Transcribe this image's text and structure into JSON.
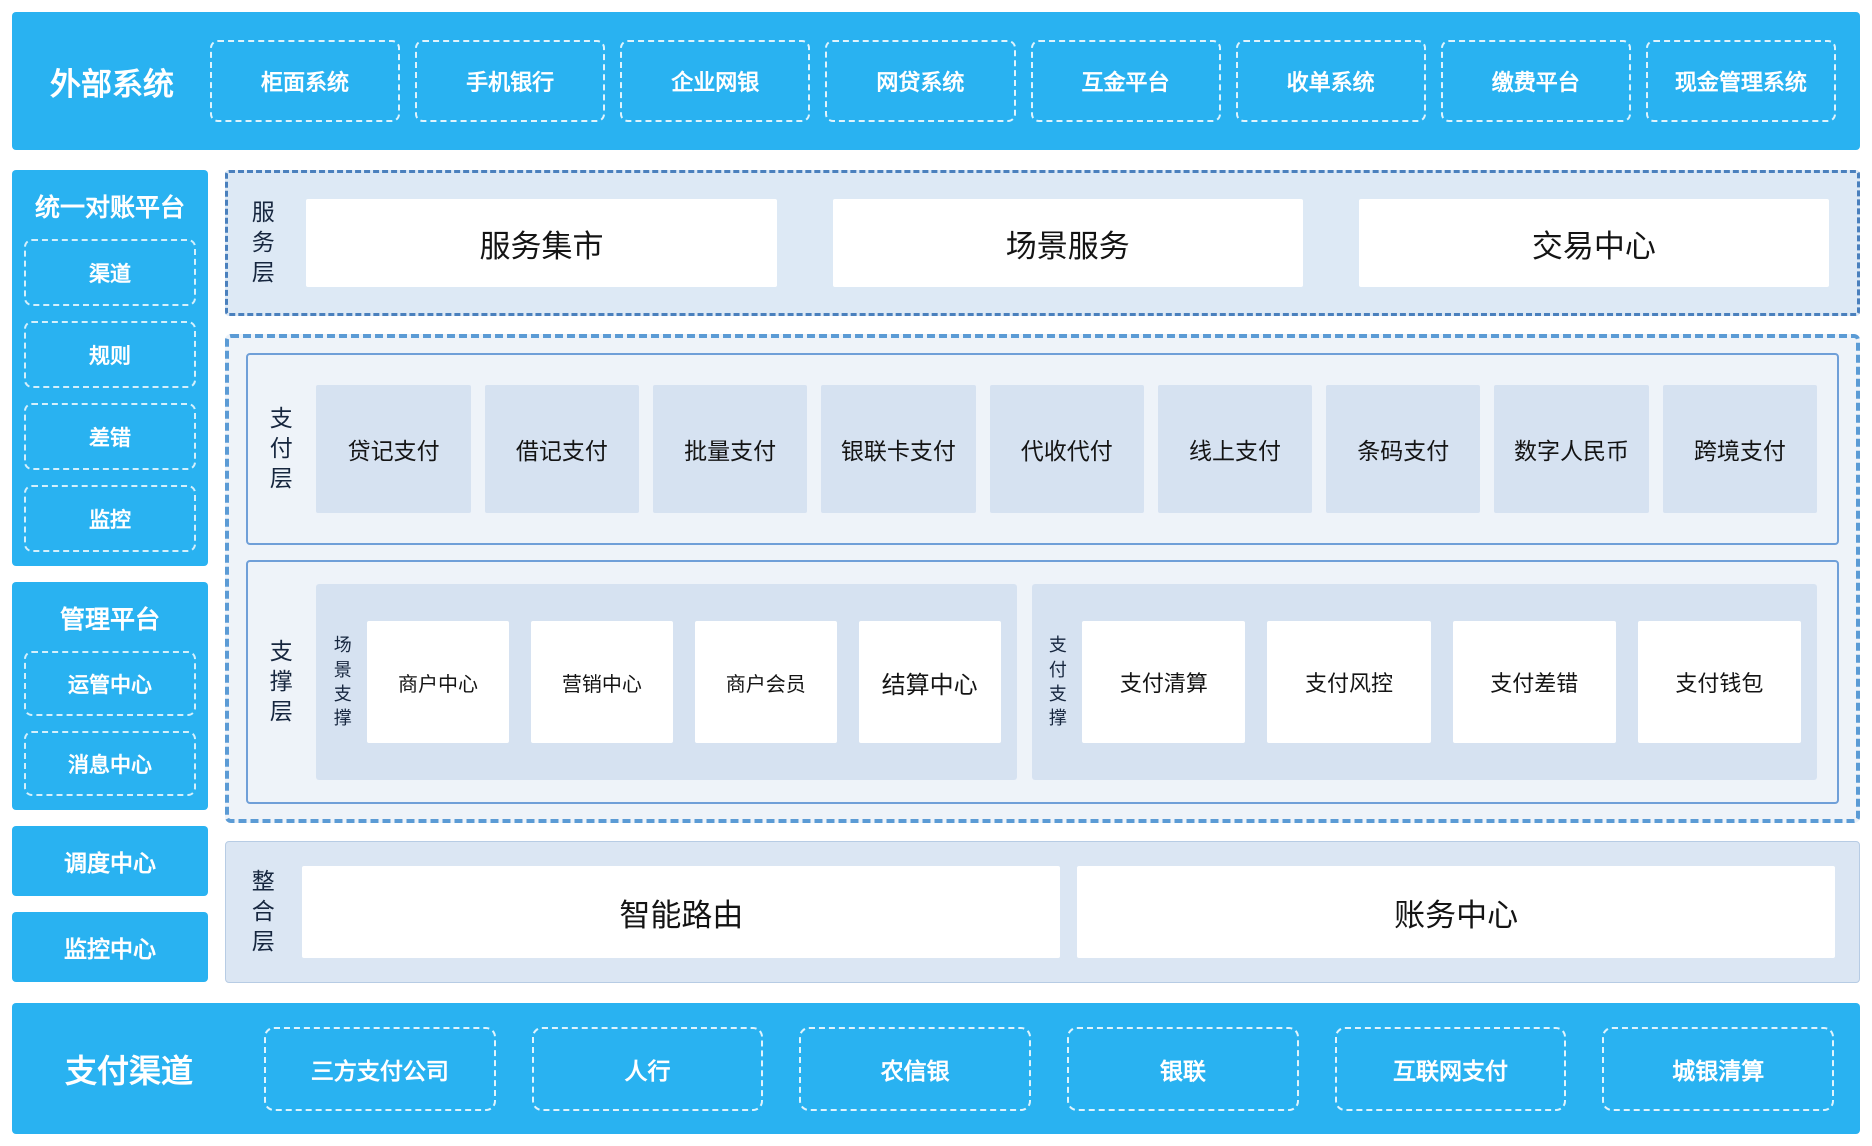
{
  "colors": {
    "accent": "#29b2f1",
    "dash": "#5b9bd5",
    "item": "#d6e2f1"
  },
  "external": {
    "title": "外部系统",
    "items": [
      "柜面系统",
      "手机银行",
      "企业网银",
      "网贷系统",
      "互金平台",
      "收单系统",
      "缴费平台",
      "现金管理系统"
    ]
  },
  "left": {
    "reconciliation": {
      "title": "统一对账平台",
      "items": [
        "渠道",
        "规则",
        "差错",
        "监控"
      ]
    },
    "management": {
      "title": "管理平台",
      "items": [
        "运管中心",
        "消息中心"
      ]
    },
    "scheduling": "调度中心",
    "monitoring": "监控中心"
  },
  "service_layer": {
    "label": "服务层",
    "items": [
      "服务集市",
      "场景服务",
      "交易中心"
    ]
  },
  "payment_layer": {
    "label": "支付层",
    "items": [
      "贷记支付",
      "借记支付",
      "批量支付",
      "银联卡支付",
      "代收代付",
      "线上支付",
      "条码支付",
      "数字人民币",
      "跨境支付"
    ]
  },
  "support_layer": {
    "label": "支撑层",
    "groups": [
      {
        "label": "场景支撑",
        "items": [
          "商户中心",
          "营销中心",
          "商户会员",
          "结算中心"
        ]
      },
      {
        "label": "支付支撑",
        "items": [
          "支付清算",
          "支付风控",
          "支付差错",
          "支付钱包"
        ]
      }
    ]
  },
  "integration_layer": {
    "label": "整合层",
    "items": [
      "智能路由",
      "账务中心"
    ]
  },
  "channels": {
    "title": "支付渠道",
    "items": [
      "三方支付公司",
      "人行",
      "农信银",
      "银联",
      "互联网支付",
      "城银清算"
    ]
  }
}
